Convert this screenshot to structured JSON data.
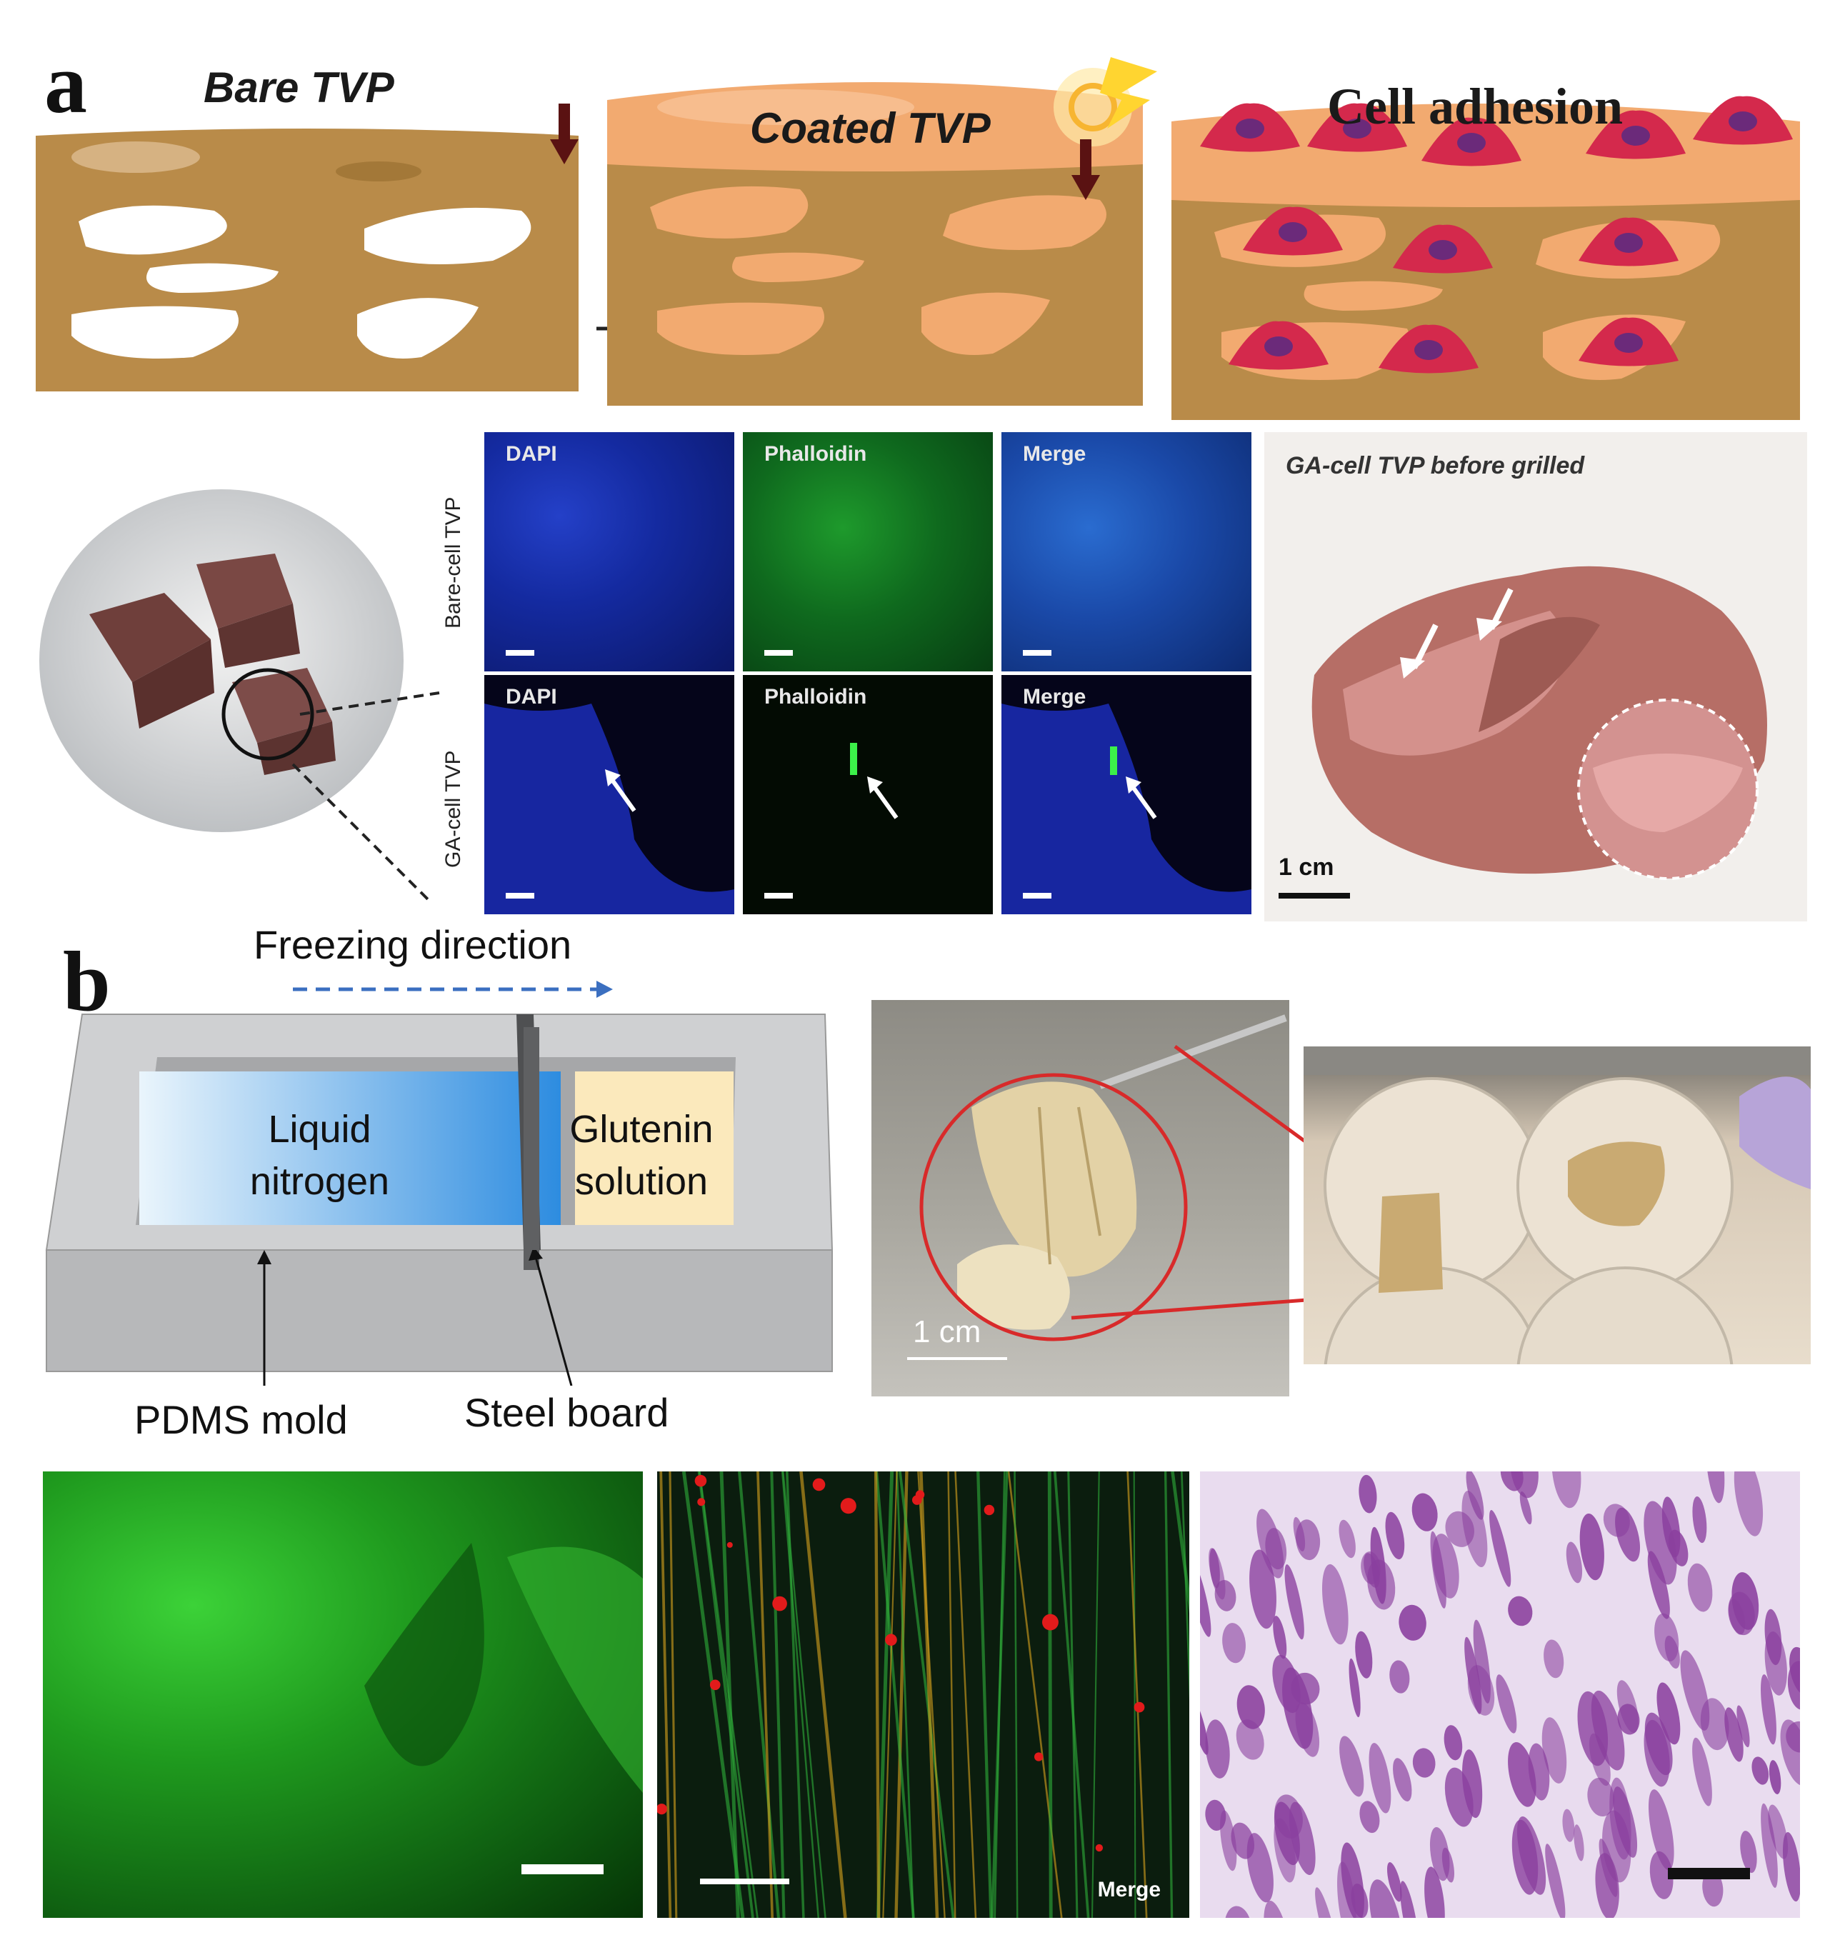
{
  "panel_a": {
    "letter": "a",
    "cartoon": {
      "bare_title": "Bare TVP",
      "coated_title": "Coated TVP",
      "cell_title": "Cell adhesion"
    },
    "microscopy": {
      "row_labels": [
        "Bare-cell TVP",
        "GA-cell TVP"
      ],
      "column_labels": [
        "DAPI",
        "Phalloidin",
        "Merge"
      ]
    },
    "photo": {
      "caption": "GA-cell TVP before grilled",
      "scale_label": "1 cm"
    }
  },
  "panel_b": {
    "letter": "b",
    "diagram": {
      "direction_label": "Freezing direction",
      "left_region": "Liquid nitrogen",
      "right_region": "Glutenin solution",
      "mold_label": "PDMS mold",
      "board_label": "Steel board"
    },
    "photo_scale_label": "1 cm",
    "bottom_merge_label": "Merge"
  },
  "colors": {
    "tvp_brown": "#b98b49",
    "coating_orange": "#f2aa70",
    "cell_red": "#d4294c",
    "nucleus_purple": "#6b2a7a",
    "dapi_blue": "#1e3ccf",
    "phalloidin_green": "#22c43a",
    "liquid_nitrogen_blue": "#8fc8f2",
    "glutenin_yellow": "#fbe9bc",
    "he_purple": "#8a3f9e"
  }
}
